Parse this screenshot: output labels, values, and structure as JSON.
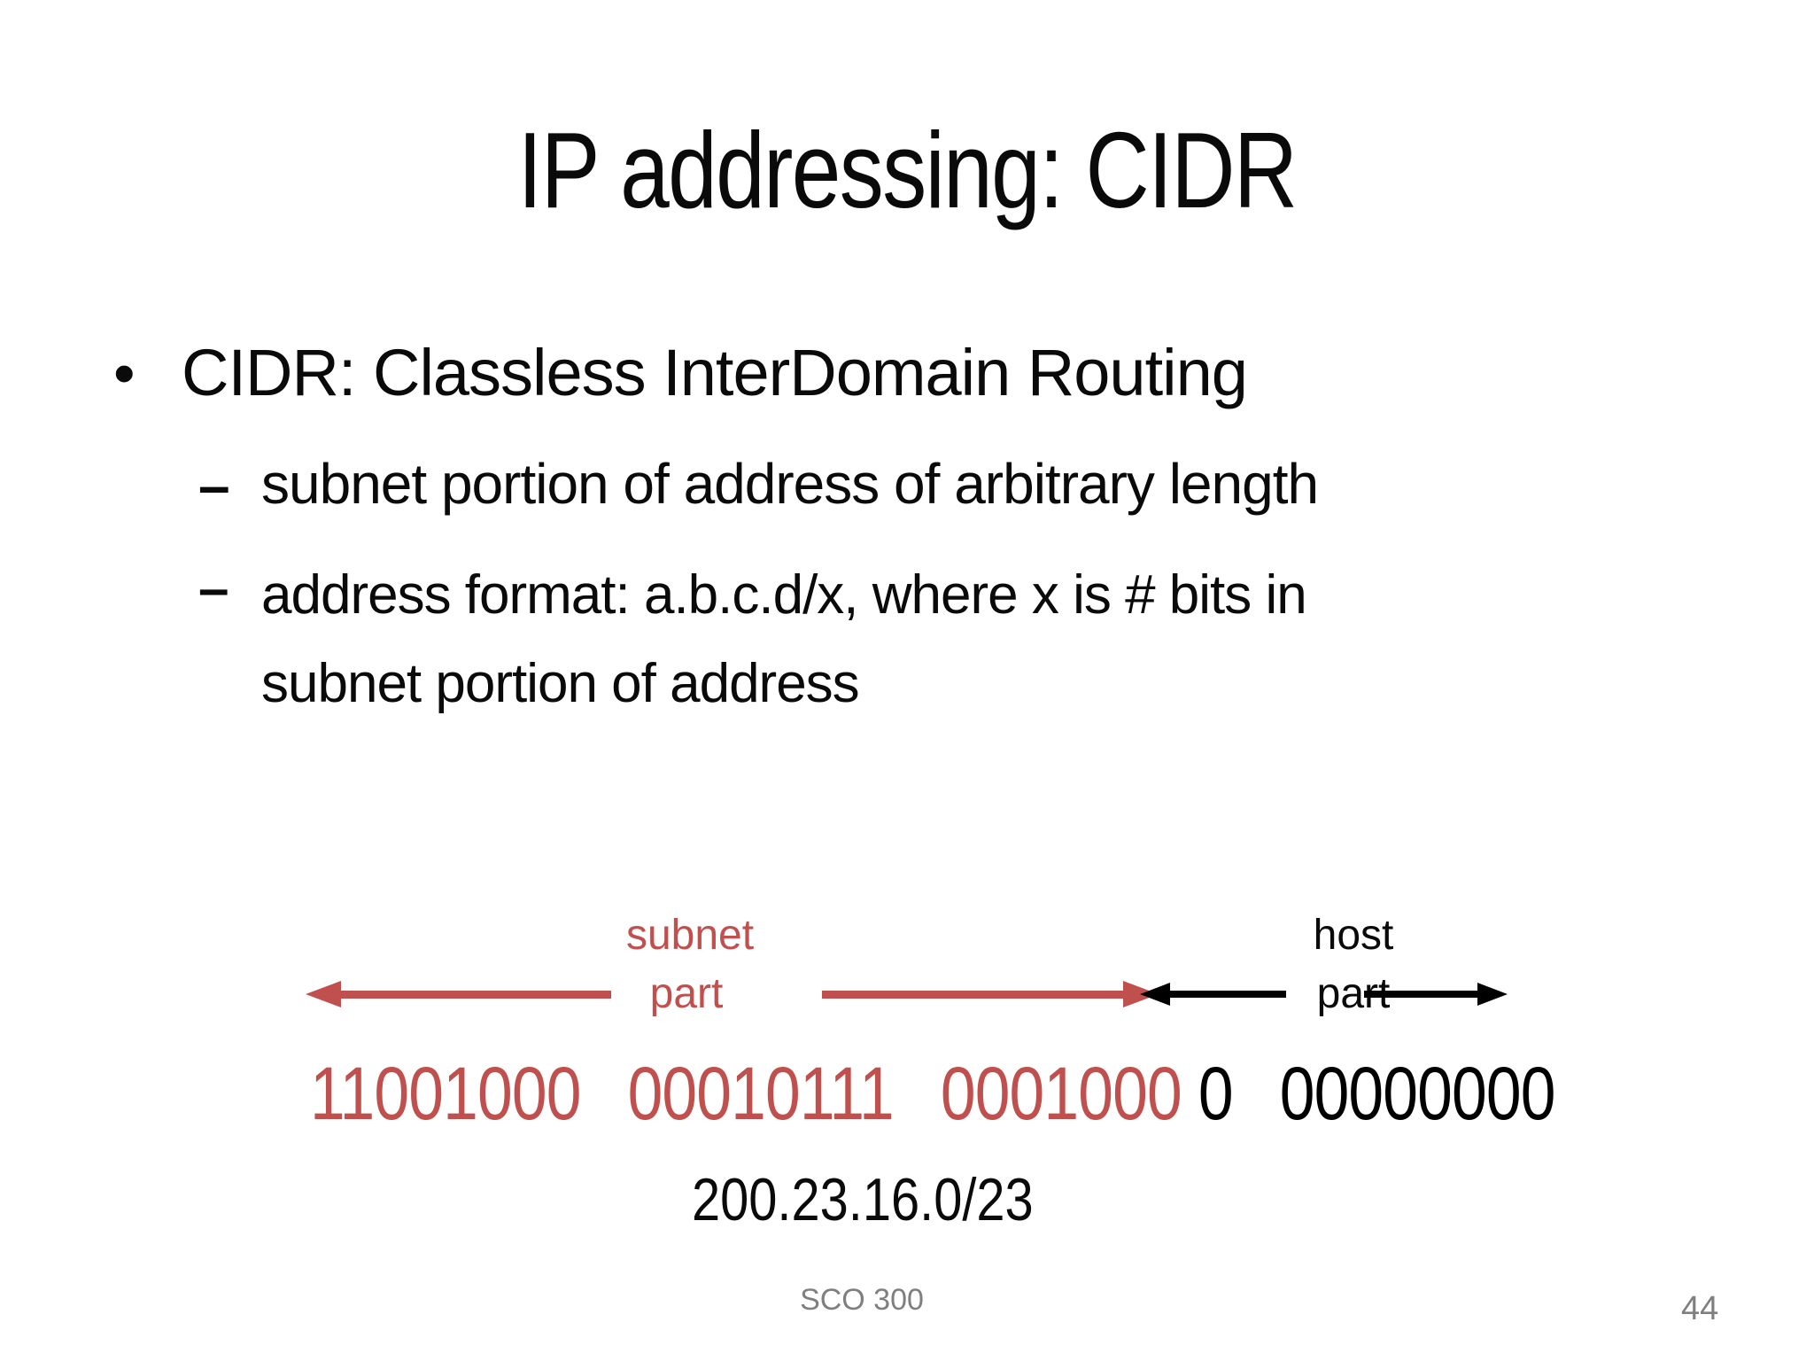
{
  "slide": {
    "title": "IP addressing: CIDR",
    "bullet_marker": "•",
    "sub_bullet_marker": "–",
    "main_bullet": "CIDR: Classless InterDomain Routing",
    "sub_bullet_1": "subnet portion of address of arbitrary length",
    "sub_bullet_2_line_1": "address format: a.b.c.d/x, where x is # bits in",
    "sub_bullet_2_line_2": "subnet portion of address"
  },
  "diagram": {
    "subnet_label": {
      "line1": "subnet",
      "line2": "part"
    },
    "host_label": {
      "line1": "host",
      "line2": "part"
    },
    "binary_groups": [
      {
        "text": "11001000",
        "part": "subnet"
      },
      {
        "text": "00010111",
        "part": "subnet"
      },
      {
        "text": "0001000",
        "part": "subnet"
      },
      {
        "text": "0",
        "part": "host"
      },
      {
        "text": "00000000",
        "part": "host"
      }
    ],
    "cidr_address": "200.23.16.0/23",
    "colors": {
      "subnet": "#c0504d",
      "host": "#000000"
    }
  },
  "footer": {
    "course": "SCO 300",
    "page_number": "44"
  }
}
